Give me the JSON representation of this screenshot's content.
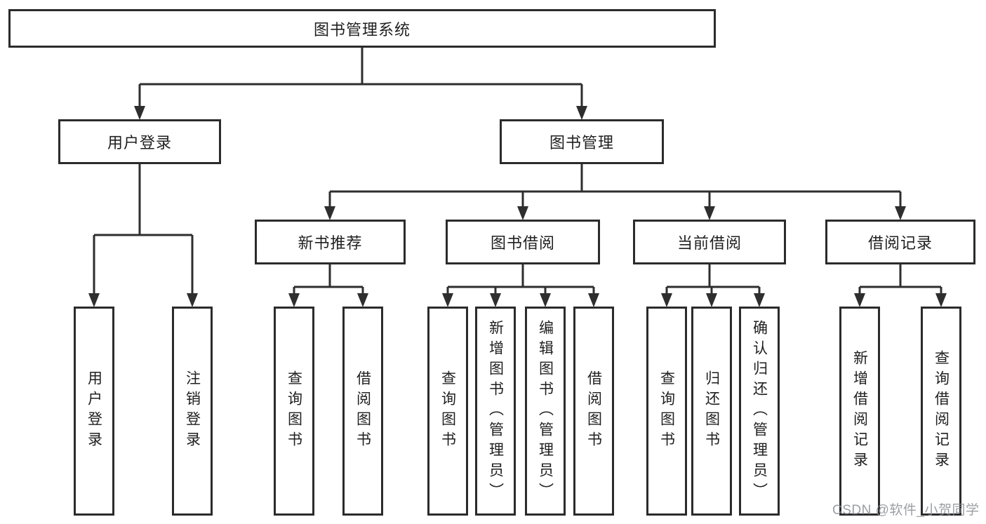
{
  "diagram_type": "hierarchy-tree",
  "tree": {
    "label": "图书管理系统",
    "children": [
      {
        "label": "用户登录",
        "children": [
          {
            "label": "用户登录"
          },
          {
            "label": "注销登录"
          }
        ]
      },
      {
        "label": "图书管理",
        "children": [
          {
            "label": "新书推荐",
            "children": [
              {
                "label": "查询图书"
              },
              {
                "label": "借阅图书"
              }
            ]
          },
          {
            "label": "图书借阅",
            "children": [
              {
                "label": "查询图书"
              },
              {
                "label": "新增图书（管理员）"
              },
              {
                "label": "编辑图书（管理员）"
              },
              {
                "label": "借阅图书"
              }
            ]
          },
          {
            "label": "当前借阅",
            "children": [
              {
                "label": "查询图书"
              },
              {
                "label": "归还图书"
              },
              {
                "label": "确认归还（管理员）"
              }
            ]
          },
          {
            "label": "借阅记录",
            "children": [
              {
                "label": "新增借阅记录"
              },
              {
                "label": "查询借阅记录"
              }
            ]
          }
        ]
      }
    ]
  },
  "watermark": {
    "text": "CSDN @软件_小贺同学"
  },
  "colors": {
    "line": "#2e2e2e",
    "box_border": "#2b2b2b",
    "text": "#1f1f1f",
    "watermark": "#8a8e94",
    "background": "#ffffff"
  }
}
